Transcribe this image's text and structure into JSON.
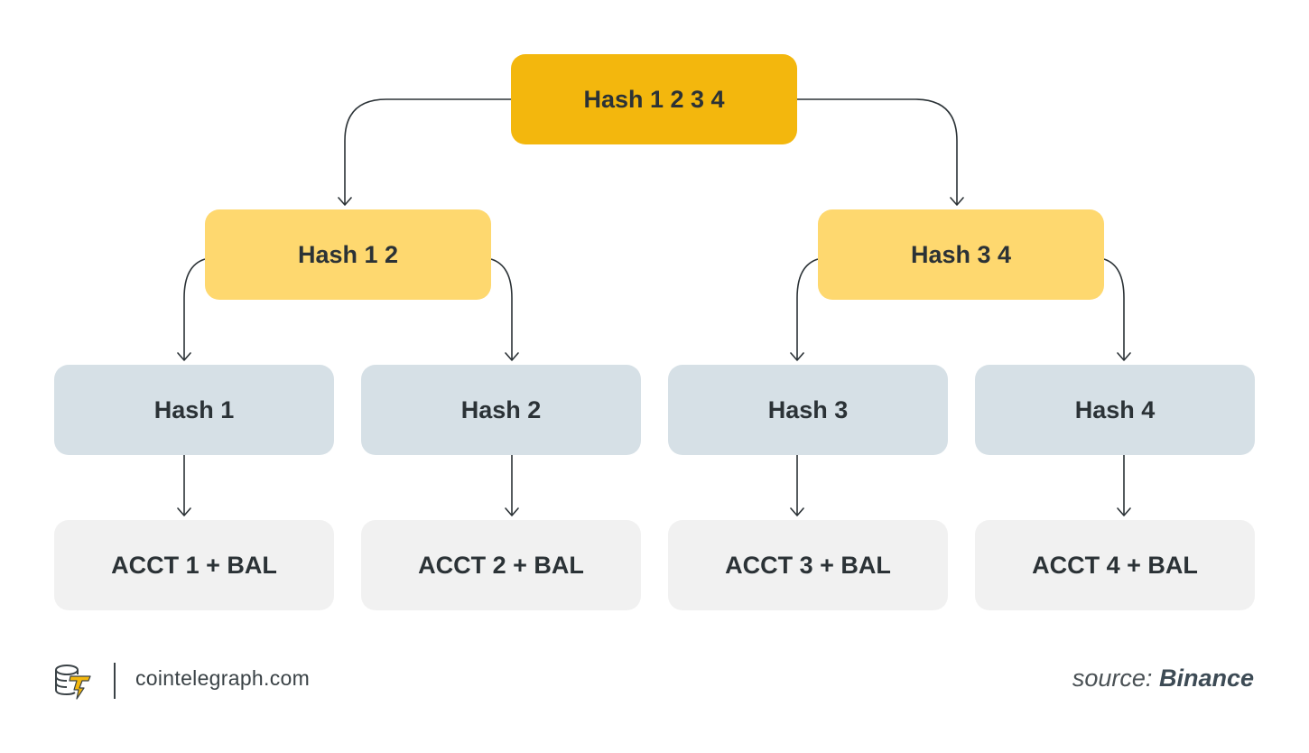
{
  "tree": {
    "root": "Hash 1 2 3 4",
    "mid": [
      "Hash 1 2",
      "Hash 3 4"
    ],
    "hashes": [
      "Hash 1",
      "Hash 2",
      "Hash 3",
      "Hash 4"
    ],
    "accounts": [
      "ACCT 1 + BAL",
      "ACCT 2 + BAL",
      "ACCT 3 + BAL",
      "ACCT 4 + BAL"
    ]
  },
  "colors": {
    "root": "#f3b70d",
    "mid": "#fed86f",
    "hash": "#d6e0e6",
    "account": "#f1f1f1",
    "text": "#2b3236"
  },
  "footer": {
    "site": "cointelegraph.com",
    "source_prefix": "source:",
    "source_name": "Binance",
    "logo_icon": "cointelegraph-logo-icon"
  }
}
